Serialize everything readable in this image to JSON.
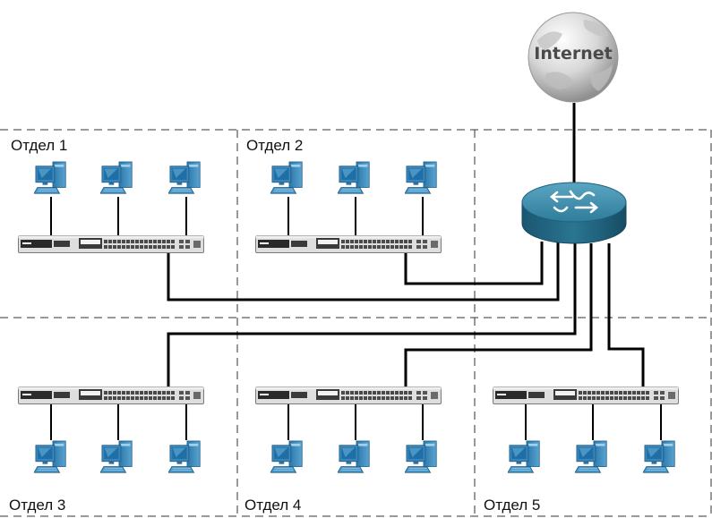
{
  "internet": {
    "label": "Internet"
  },
  "departments": [
    {
      "label": "Отдел 1"
    },
    {
      "label": "Отдел 2"
    },
    {
      "label": "Отдел 3"
    },
    {
      "label": "Отдел 4"
    },
    {
      "label": "Отдел 5"
    }
  ],
  "colors": {
    "pc_monitor": "#3a86bb",
    "pc_screen": "#1f6fa6",
    "router_top": "#3b8aa8",
    "router_side": "#1f5f7a",
    "switch_body": "#d9d9d9",
    "switch_panel": "#2a2a2a",
    "cable": "#000000",
    "zone_border": "#333333"
  },
  "icons": {
    "internet": "globe-icon",
    "router": "router-icon",
    "switch": "network-switch-icon",
    "workstation": "desktop-computer-icon"
  }
}
